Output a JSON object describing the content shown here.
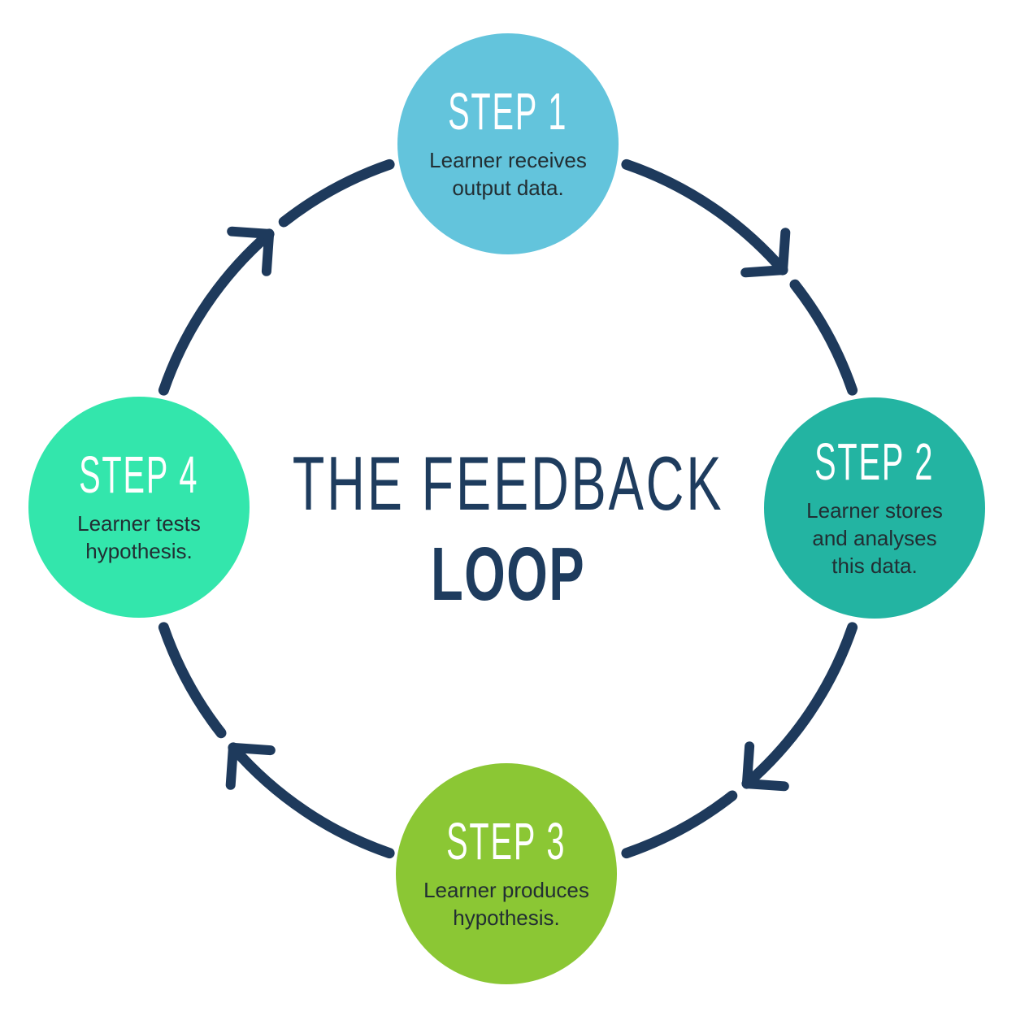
{
  "diagram": {
    "title_line1": "THE FEEDBACK",
    "title_line2": "LOOP"
  },
  "steps": [
    {
      "label": "STEP 1",
      "desc": "Learner receives\noutput data.",
      "color": "#63C4DC",
      "position": "top"
    },
    {
      "label": "STEP 2",
      "desc": "Learner stores\nand analyses\nthis data.",
      "color": "#23B4A2",
      "position": "right"
    },
    {
      "label": "STEP 3",
      "desc": "Learner produces\nhypothesis.",
      "color": "#8BC734",
      "position": "bottom"
    },
    {
      "label": "STEP 4",
      "desc": "Learner tests\nhypothesis.",
      "color": "#33E6AC",
      "position": "left"
    }
  ],
  "colors": {
    "arrow": "#1E3A5C",
    "title": "#1E3C5E",
    "step_label": "#FFFFFF",
    "step_desc": "#222E33",
    "background": "#FFFFFF"
  },
  "flow": "clockwise"
}
